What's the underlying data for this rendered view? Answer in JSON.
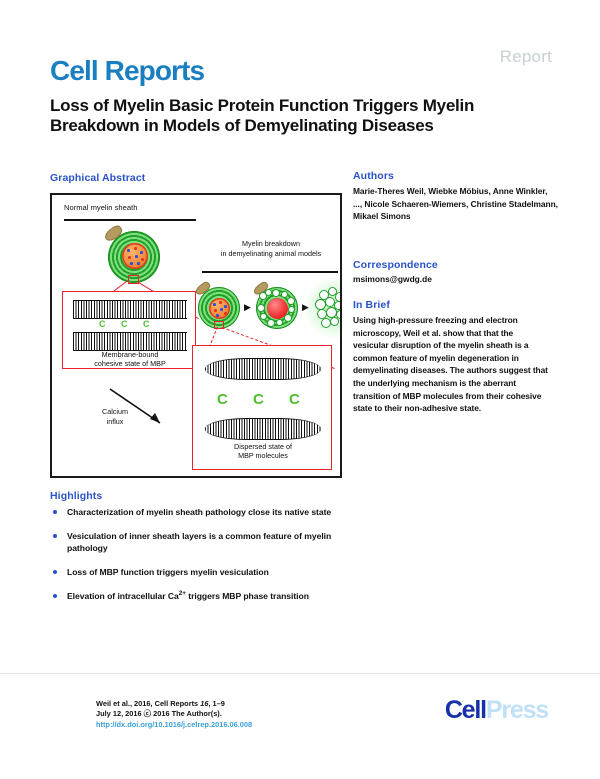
{
  "header": {
    "kicker": "Report",
    "journal": "Cell Reports",
    "title": "Loss of Myelin Basic Protein Function Triggers Myelin Breakdown in Models of Demyelinating Diseases"
  },
  "graphical_abstract": {
    "heading": "Graphical Abstract",
    "figure": {
      "panel_normal_title": "Normal myelin sheath",
      "panel_breakdown_title_line1": "Myelin breakdown",
      "panel_breakdown_title_line2": "in demyelinating animal models",
      "callout_left_line1": "Membrane-bound",
      "callout_left_line2": "cohesive state of MBP",
      "transition_line1": "Calcium",
      "transition_line2": "influx",
      "callout_right_line1": "Dispersed state of",
      "callout_right_line2": "MBP molecules",
      "mbp_glyph": "C",
      "stage_arrow": "▶"
    }
  },
  "highlights": {
    "heading": "Highlights",
    "items": [
      "Characterization of myelin sheath pathology close its native state",
      "Vesiculation of inner sheath layers is a common feature of myelin pathology",
      "Loss of MBP function triggers myelin vesiculation"
    ],
    "item_calcium_prefix": "Elevation of intracellular Ca",
    "item_calcium_sup": "2+",
    "item_calcium_suffix": " triggers MBP phase transition"
  },
  "authors": {
    "heading": "Authors",
    "list": "Marie-Theres Weil, Wiebke Möbius, Anne Winkler, ..., Nicole Schaeren-Wiemers, Christine Stadelmann, Mikael Simons"
  },
  "correspondence": {
    "heading": "Correspondence",
    "email": "msimons@gwdg.de"
  },
  "in_brief": {
    "heading": "In Brief",
    "text": "Using high-pressure freezing and electron microscopy, Weil et al. show that that the vesicular disruption of the myelin sheath is a common feature of myelin degeneration in demyelinating diseases. The authors suggest that the underlying mechanism is the aberrant transition of MBP molecules from their cohesive state to their non-adhesive state."
  },
  "footer": {
    "citation_line1_pre": "Weil et al., 2016, Cell Reports ",
    "citation_line1_vol": "16",
    "citation_line1_post": ", 1–9",
    "citation_line2": "July 12, 2016 ⓒ 2016 The Author(s).",
    "doi": "http://dx.doi.org/10.1016/j.celrep.2016.06.008",
    "publisher_dark": "Cell",
    "publisher_light": "Press"
  },
  "colors": {
    "masthead_blue": "#1a7fc1",
    "heading_blue": "#2a53c8",
    "kicker_gray": "#c7d0d2",
    "doi_blue": "#3aa0d8",
    "myelin_green": "#22a02a",
    "axon_orange": "#f08030",
    "callout_red": "#e8242a",
    "cellpress_dark": "#1630a8",
    "cellpress_light": "#bfe0f5"
  }
}
